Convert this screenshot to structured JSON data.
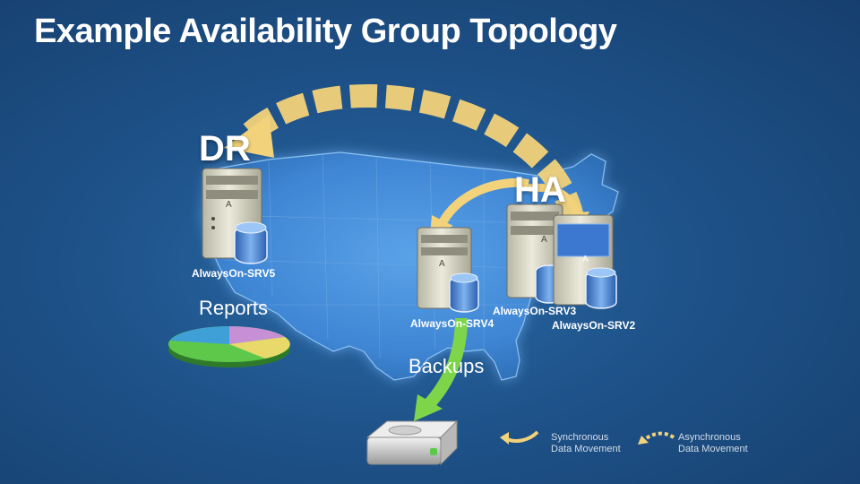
{
  "title": "Example Availability Group Topology",
  "labels": {
    "dr": "DR",
    "ha": "HA",
    "reports": "Reports",
    "backups": "Backups",
    "replica_marker": "A"
  },
  "servers": [
    {
      "name": "AlwaysOn-SRV5"
    },
    {
      "name": "AlwaysOn-SRV4"
    },
    {
      "name": "AlwaysOn-SRV3"
    },
    {
      "name": "AlwaysOn-SRV2"
    }
  ],
  "legend": {
    "sync": "Synchronous Data Movement",
    "async": "Asynchronous Data Movement"
  },
  "colors": {
    "background": "#1e5289",
    "map": "#3f86d4",
    "arrow_sync": "#f2d27a",
    "arrow_backup": "#7fd54a",
    "server_body": "#d8d6c4"
  }
}
